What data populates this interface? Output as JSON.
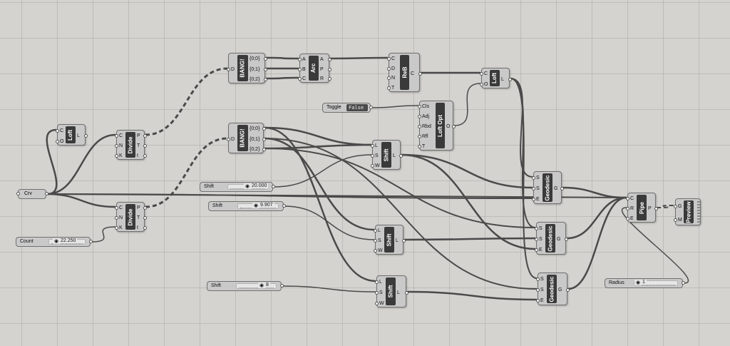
{
  "canvas": {
    "background": "#d4d3cf",
    "wire_color": "#4a4a4a",
    "component_color": "#3a3a3a"
  },
  "components": {
    "loft_small": {
      "name": "Loft",
      "inputs": [
        "C",
        "O"
      ],
      "outputs": [
        "L"
      ]
    },
    "divide_top": {
      "name": "Divide",
      "inputs": [
        "C",
        "N",
        "K"
      ],
      "outputs": [
        "P",
        "T",
        "t"
      ]
    },
    "divide_bottom": {
      "name": "Divide",
      "inputs": [
        "C",
        "N",
        "K"
      ],
      "outputs": [
        "P",
        "T",
        "t"
      ]
    },
    "bang_top": {
      "name": "BANG!",
      "inputs": [
        "D"
      ],
      "outputs": [
        "{0;0}",
        "{0;1}",
        "{0;2}"
      ]
    },
    "bang_mid": {
      "name": "BANG!",
      "inputs": [
        "D"
      ],
      "outputs": [
        "{0;0}",
        "{0;1}",
        "{0;2}"
      ]
    },
    "arc": {
      "name": "Arc",
      "inputs": [
        "A",
        "B",
        "C"
      ],
      "outputs": [
        "A",
        "P",
        "R"
      ]
    },
    "reb": {
      "name": "ReB",
      "inputs": [
        "C",
        "D",
        "N",
        "T"
      ],
      "outputs": [
        "C"
      ]
    },
    "loft_main": {
      "name": "Loft",
      "inputs": [
        "C",
        "O"
      ],
      "outputs": [
        "L"
      ]
    },
    "loft_opt": {
      "name": "Loft Opt",
      "inputs": [
        "Cls",
        "Adj",
        "Rbd",
        "Rfl",
        "T"
      ],
      "outputs": [
        "O"
      ]
    },
    "shift1": {
      "name": "Shift",
      "inputs": [
        "L",
        "S",
        "W"
      ],
      "outputs": [
        "L"
      ]
    },
    "shift2": {
      "name": "Shift",
      "inputs": [
        "L",
        "S",
        "W"
      ],
      "outputs": [
        "L"
      ]
    },
    "shift3": {
      "name": "Shift",
      "inputs": [
        "L",
        "S",
        "W"
      ],
      "outputs": [
        "L"
      ]
    },
    "geodesic1": {
      "name": "Geodesic",
      "inputs": [
        "S",
        "S",
        "E"
      ],
      "outputs": [
        "G"
      ]
    },
    "geodesic2": {
      "name": "Geodesic",
      "inputs": [
        "S",
        "S",
        "E"
      ],
      "outputs": [
        "G"
      ]
    },
    "geodesic3": {
      "name": "Geodesic",
      "inputs": [
        "S",
        "S",
        "E"
      ],
      "outputs": [
        "G"
      ]
    },
    "pipe": {
      "name": "Pipe",
      "inputs": [
        "C",
        "R",
        "E"
      ],
      "outputs": [
        "P"
      ]
    },
    "preview": {
      "name": "Preview",
      "inputs": [
        "G",
        "M"
      ],
      "outputs": []
    }
  },
  "params": {
    "crv": {
      "label": "Crv"
    },
    "toggle": {
      "label": "Toggle",
      "value": "False"
    },
    "count": {
      "label": "Count",
      "value": "22.250"
    },
    "shift_a": {
      "label": "Shift",
      "value": "20.000"
    },
    "shift_b": {
      "label": "Shift",
      "value": "9.907"
    },
    "shift_c": {
      "label": "Shift",
      "value": "8"
    },
    "radius": {
      "label": "Radius",
      "value": "1"
    }
  },
  "icons": {
    "slider_grip": "slider-grip-icon"
  }
}
